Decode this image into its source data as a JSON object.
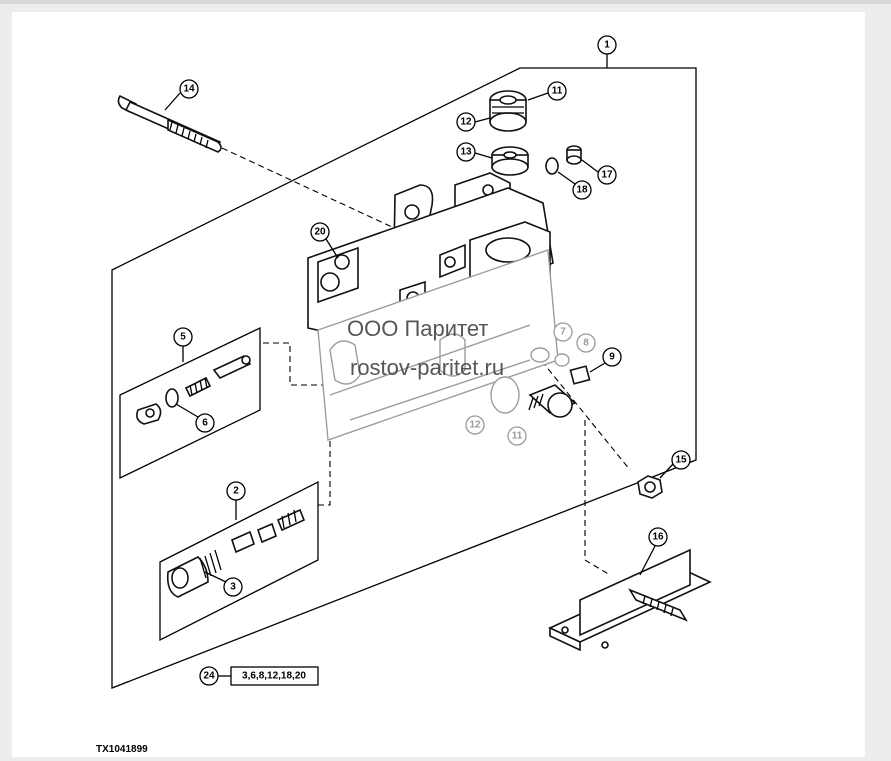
{
  "figure": {
    "id": "TX1041899",
    "watermark_line1": "ООО Паритет",
    "watermark_line2": "rostov-paritet.ru"
  },
  "callouts": {
    "c1": "1",
    "c2": "2",
    "c3": "3",
    "c5": "5",
    "c6": "6",
    "c7": "7",
    "c8": "8",
    "c9": "9",
    "c11a": "11",
    "c11b": "11",
    "c12a": "12",
    "c12b": "12",
    "c13": "13",
    "c14": "14",
    "c15": "15",
    "c16": "16",
    "c17": "17",
    "c18": "18",
    "c20": "20",
    "c24": "24"
  },
  "kit": {
    "number": "24",
    "contents": "3,6,8,12,18,20"
  }
}
